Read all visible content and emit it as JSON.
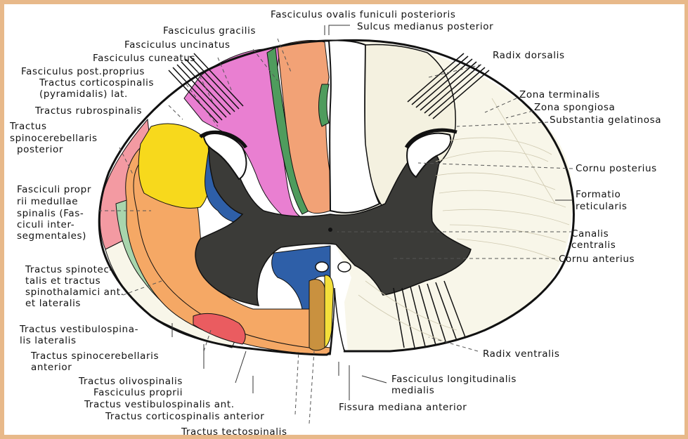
{
  "colors": {
    "frame": "#e8b98a",
    "gray_matter": "#3b3b38",
    "fasciculus_gracilis": "#f2a276",
    "fasciculus_cuneatus": "#e97fd1",
    "tractus_spinocerebellaris_posterior": "#f39aa2",
    "tractus_corticospinalis_lat": "#f7d91c",
    "tractus_rubrospinalis": "#2e5fa8",
    "fasciculi_proprii": "#a8d5ad",
    "pale_fill": "#f8f6e9",
    "anterior_orange": "#f5a865",
    "tractus_spinocerebellaris_anterior": "#ea5c60",
    "tractus_tectospinalis": "#c9913f",
    "tractus_corticospinalis_anterior": "#f4df3a",
    "green_strip": "#4f9c5d"
  },
  "labels": [
    {
      "id": "fasciculus-ovalis-funiculi-posterioris",
      "text": "Fasciculus ovalis funiculi posterioris"
    },
    {
      "id": "sulcus-medianus-posterior",
      "text": "Sulcus medianus posterior"
    },
    {
      "id": "fasciculus-gracilis",
      "text": "Fasciculus gracilis"
    },
    {
      "id": "fasciculus-uncinatus",
      "text": "Fasciculus uncinatus"
    },
    {
      "id": "fasciculus-cuneatus",
      "text": "Fasciculus cuneatus"
    },
    {
      "id": "fasciculus-post-proprius",
      "text": "Fasciculus post.proprius"
    },
    {
      "id": "tractus-corticospinalis-1",
      "text": "Tractus   corticospinalis"
    },
    {
      "id": "tractus-corticospinalis-2",
      "text": "(pyramidalis)  lat."
    },
    {
      "id": "tractus-rubrospinalis",
      "text": "Tractus rubrospinalis"
    },
    {
      "id": "tractus-spinocerebellaris-posterior-1",
      "text": "Tractus"
    },
    {
      "id": "tractus-spinocerebellaris-posterior-2",
      "text": "spinocerebellaris"
    },
    {
      "id": "tractus-spinocerebellaris-posterior-3",
      "text": "posterior"
    },
    {
      "id": "fasciculi-proprii-1",
      "text": "Fasciculi propr"
    },
    {
      "id": "fasciculi-proprii-2",
      "text": "rii  medullae"
    },
    {
      "id": "fasciculi-proprii-3",
      "text": "spinalis (Fas-"
    },
    {
      "id": "fasciculi-proprii-4",
      "text": "ciculi  inter-"
    },
    {
      "id": "fasciculi-proprii-5",
      "text": "segmentales)"
    },
    {
      "id": "tractus-spinotectalis-1",
      "text": "Tractus spinotec-"
    },
    {
      "id": "tractus-spinotectalis-2",
      "text": "talis et tractus"
    },
    {
      "id": "tractus-spinotectalis-3",
      "text": "spinothalamici ant."
    },
    {
      "id": "tractus-spinotectalis-4",
      "text": "et lateralis"
    },
    {
      "id": "tractus-vestibulospinalis-lat-1",
      "text": "Tractus vestibulospina-"
    },
    {
      "id": "tractus-vestibulospinalis-lat-2",
      "text": "lis lateralis"
    },
    {
      "id": "tractus-spinocerebellaris-anterior-1",
      "text": "Tractus spinocerebellaris"
    },
    {
      "id": "tractus-spinocerebellaris-anterior-2",
      "text": "anterior"
    },
    {
      "id": "tractus-olivospinalis",
      "text": "Tractus olivospinalis"
    },
    {
      "id": "fasciculus-proprii",
      "text": "Fasciculus proprii"
    },
    {
      "id": "tractus-vestibulospinalis-ant",
      "text": "Tractus vestibulospinalis ant."
    },
    {
      "id": "tractus-corticospinalis-anterior",
      "text": "Tractus corticospinalis anterior"
    },
    {
      "id": "tractus-tectospinalis",
      "text": "Tractus tectospinalis"
    },
    {
      "id": "radix-dorsalis",
      "text": "Radix dorsalis"
    },
    {
      "id": "zona-terminalis",
      "text": "Zona terminalis"
    },
    {
      "id": "zona-spongiosa",
      "text": "Zona spongiosa"
    },
    {
      "id": "substantia-gelatinosa",
      "text": "Substantia gelatinosa"
    },
    {
      "id": "cornu-posterius",
      "text": "Cornu posterius"
    },
    {
      "id": "formatio-reticularis-1",
      "text": "Formatio"
    },
    {
      "id": "formatio-reticularis-2",
      "text": "reticularis"
    },
    {
      "id": "canalis-centralis-1",
      "text": "Canalis"
    },
    {
      "id": "canalis-centralis-2",
      "text": "centralis"
    },
    {
      "id": "cornu-anterius",
      "text": "Cornu anterius"
    },
    {
      "id": "radix-ventralis",
      "text": "Radix ventralis"
    },
    {
      "id": "fasciculus-longitudinalis-1",
      "text": "Fasciculus longitudinalis"
    },
    {
      "id": "fasciculus-longitudinalis-2",
      "text": "medialis"
    },
    {
      "id": "fissura-mediana-anterior",
      "text": "Fissura mediana anterior"
    }
  ]
}
